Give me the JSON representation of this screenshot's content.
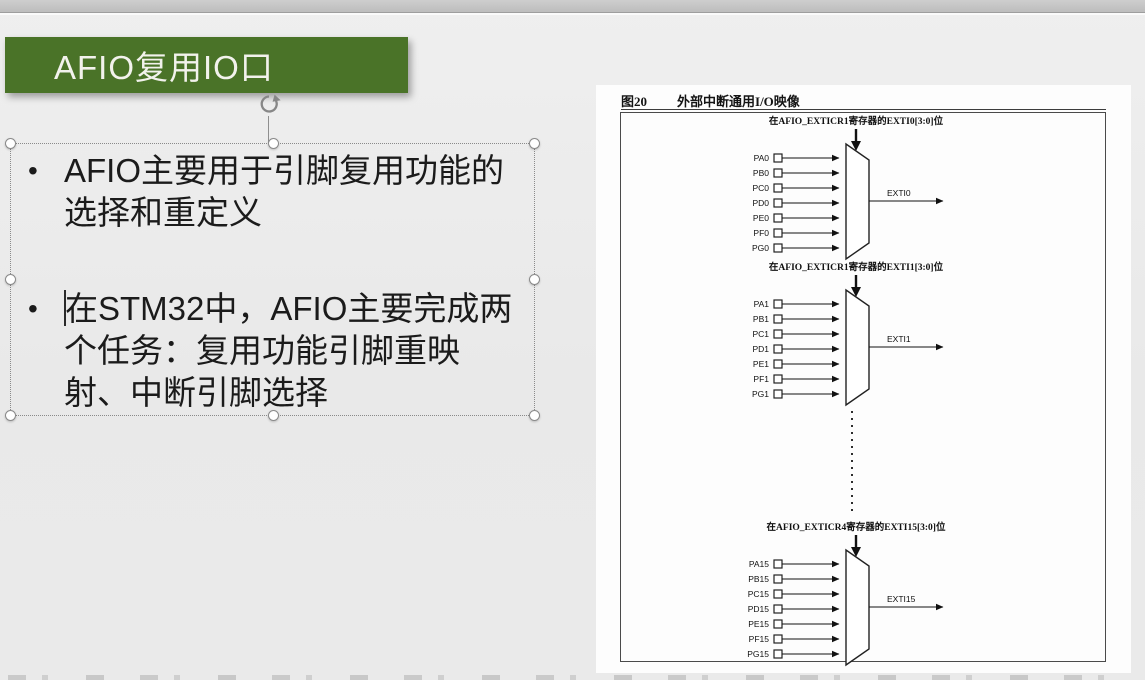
{
  "slide": {
    "title": "AFIO复用IO口",
    "bullet_char": "•",
    "bullets": [
      "AFIO主要用于引脚复用功能的选择和重定义",
      "在STM32中，AFIO主要完成两个任务：复用功能引脚重映射、中断引脚选择"
    ]
  },
  "figure": {
    "number": "图20",
    "caption": "外部中断通用I/O映像",
    "muxes": [
      {
        "register_label": "在AFIO_EXTICR1寄存器的EXTI0[3:0]位",
        "inputs": [
          "PA0",
          "PB0",
          "PC0",
          "PD0",
          "PE0",
          "PF0",
          "PG0"
        ],
        "output": "EXTI0"
      },
      {
        "register_label": "在AFIO_EXTICR1寄存器的EXTI1[3:0]位",
        "inputs": [
          "PA1",
          "PB1",
          "PC1",
          "PD1",
          "PE1",
          "PF1",
          "PG1"
        ],
        "output": "EXTI1"
      },
      {
        "register_label": "在AFIO_EXTICR4寄存器的EXTI15[3:0]位",
        "inputs": [
          "PA15",
          "PB15",
          "PC15",
          "PD15",
          "PE15",
          "PF15",
          "PG15"
        ],
        "output": "EXTI15"
      }
    ]
  },
  "colors": {
    "accent_green": "#4a7328",
    "slide_background": "#e9e9e9",
    "panel_background": "#fdfdfd",
    "selection_gray": "#8a8a8a"
  }
}
